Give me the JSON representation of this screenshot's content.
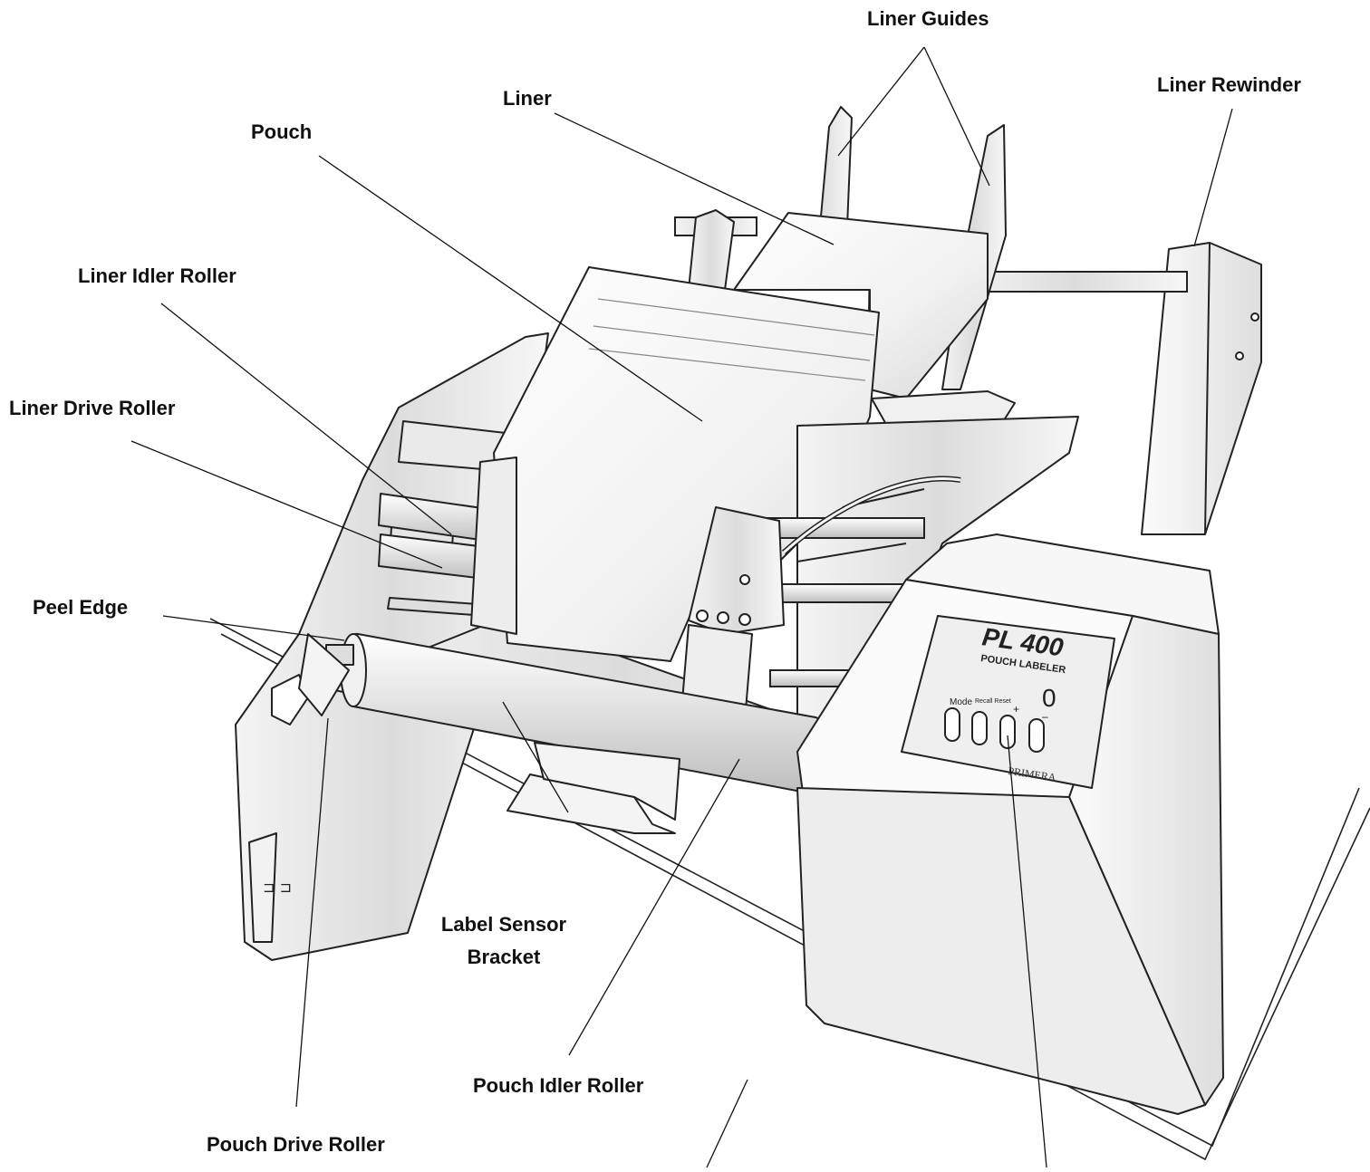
{
  "labels": {
    "liner_guides": "Liner Guides",
    "liner": "Liner",
    "liner_rewinder": "Liner Rewinder",
    "pouch": "Pouch",
    "liner_idler_roller": "Liner Idler Roller",
    "liner_drive_roller": "Liner Drive Roller",
    "peel_edge": "Peel Edge",
    "label_sensor_bracket": "Label Sensor Bracket",
    "pouch_idler_roller": "Pouch Idler Roller",
    "pouch_drive_roller": "Pouch Drive Roller"
  },
  "device_panel": {
    "model": "PL 400",
    "subtitle": "POUCH LABELER",
    "display_value": "0",
    "buttons": [
      "Mode",
      "Recall Reset",
      "+",
      "–"
    ],
    "brand": "PRIMERA"
  }
}
